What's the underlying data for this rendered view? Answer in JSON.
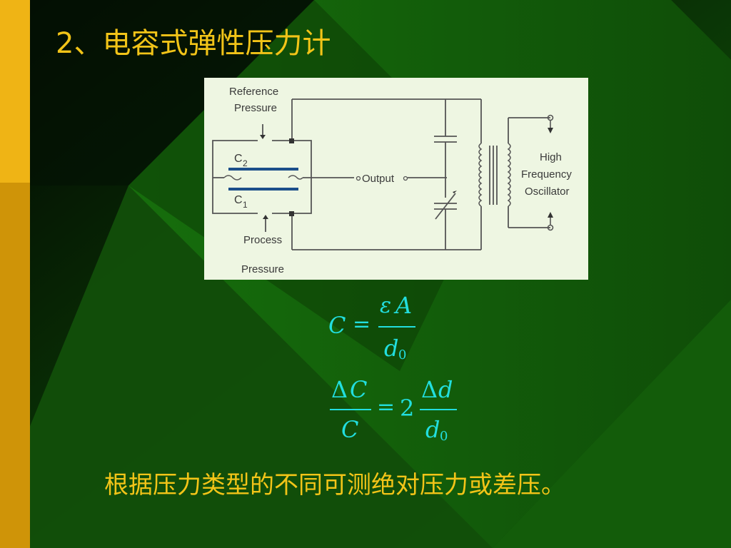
{
  "slide": {
    "title": "2、电容式弹性压力计",
    "note": "根据压力类型的不同可测绝对压力或差压。"
  },
  "diagram": {
    "reference_pressure_line1": "Reference",
    "reference_pressure_line2": "Pressure",
    "process_pressure_line1": "Process",
    "process_pressure_line2": "Pressure",
    "c2_label": "C",
    "c2_sub": "2",
    "c1_label": "C",
    "c1_sub": "1",
    "output_label": "Output",
    "osc_line1": "High",
    "osc_line2": "Frequency",
    "osc_line3": "Oscillator"
  },
  "formulas": {
    "f1": {
      "lhs": "C",
      "eq": "=",
      "num_eps": "ε",
      "num_a": "A",
      "den_d": "d",
      "den_sub": "0"
    },
    "f2": {
      "num_delta": "Δ",
      "num_c": "C",
      "den_c": "C",
      "eq": "=",
      "coef": "2",
      "rnum_delta": "Δ",
      "rnum_d": "d",
      "rden_d": "d",
      "rden_sub": "0"
    }
  },
  "colors": {
    "accent_yellow": "#f2c418",
    "formula_cyan": "#22dede",
    "bar_top": "#efb415",
    "bar_bottom": "#cf9408"
  }
}
